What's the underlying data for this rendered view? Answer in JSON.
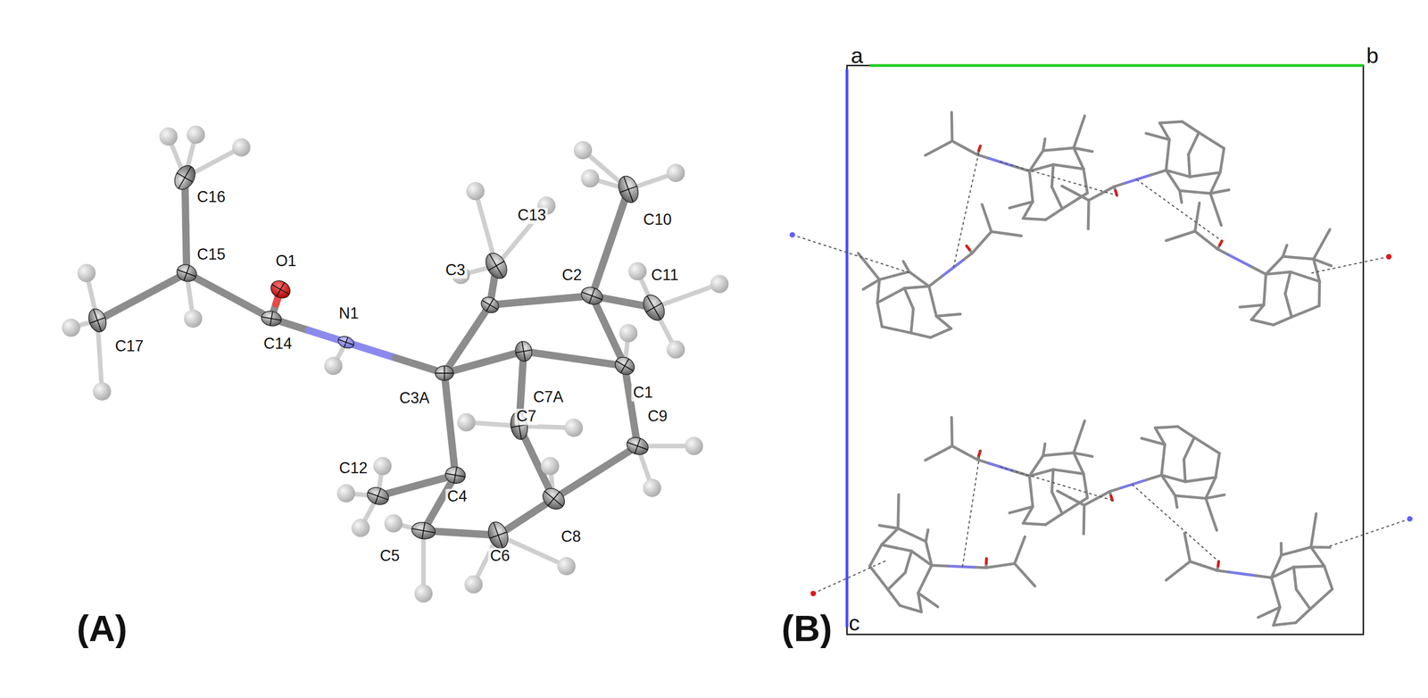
{
  "diagram": {
    "labels": [
      "C16",
      "C15",
      "O1",
      "C17",
      "C14",
      "N1",
      "C13",
      "C10",
      "C3",
      "C2",
      "C11",
      "C3A",
      "C7A",
      "C1",
      "C7",
      "C9",
      "C12",
      "C4",
      "C8",
      "C5",
      "C6",
      "(A)",
      "(B)",
      "a",
      "b",
      "c"
    ]
  }
}
